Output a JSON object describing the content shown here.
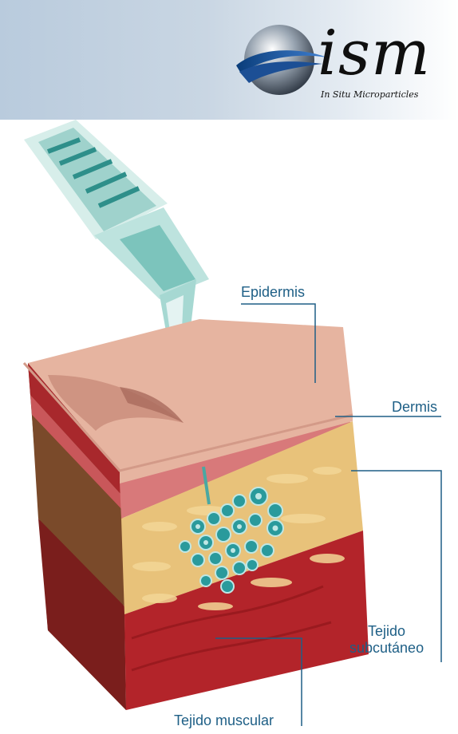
{
  "logo": {
    "name": "ism",
    "subtitle": "In Situ Microparticles"
  },
  "labels": {
    "epidermis": "Epidermis",
    "dermis": "Dermis",
    "subcutaneous_line1": "Tejido",
    "subcutaneous_line2": "subcutáneo",
    "muscle": "Tejido muscular"
  },
  "colors": {
    "label_text": "#1e5f86",
    "epidermis": "#e6b4a0",
    "dermis": "#d8797a",
    "fat": "#e8c27a",
    "muscle": "#b3242a",
    "microparticles": "#2a9a9c"
  }
}
